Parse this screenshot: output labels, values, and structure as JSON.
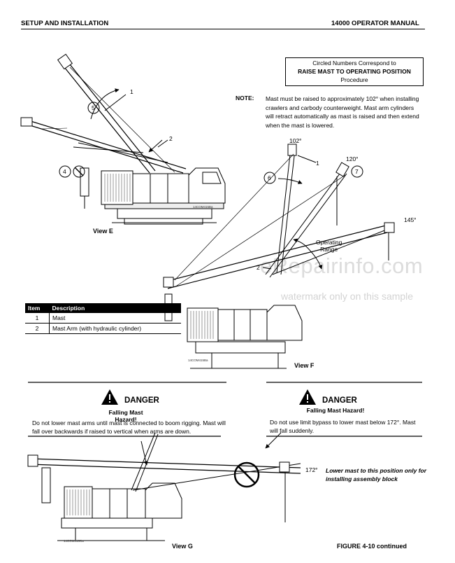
{
  "header": {
    "left": "SETUP AND INSTALLATION",
    "right": "14000 OPERATOR MANUAL"
  },
  "callout_box": {
    "line1": "Circled Numbers Correspond to",
    "line2": "RAISE MAST TO OPERATING POSITION",
    "line3": "Procedure"
  },
  "note": {
    "label": "NOTE:",
    "text": "Mast must be raised to approximately 102° when installing crawlers and carbody counterweight. Mast arm cylinders will retract automatically as mast is raised and then extend when the mast is lowered."
  },
  "view_e": {
    "label": "View E",
    "part_id": "14COM415Ba",
    "callouts": [
      "1",
      "2",
      "4",
      "5"
    ]
  },
  "view_f": {
    "label": "View F",
    "part_id": "14COM415Ba",
    "angles": [
      "102°",
      "120°",
      "145°"
    ],
    "callouts": [
      "1",
      "2",
      "6",
      "7"
    ],
    "range_line1": "Operating",
    "range_line2": "Range"
  },
  "items_table": {
    "headers": [
      "Item",
      "Description"
    ],
    "rows": [
      {
        "item": "1",
        "description": "Mast"
      },
      {
        "item": "2",
        "description": "Mast Arm (with hydraulic cylinder)"
      }
    ]
  },
  "danger_left": {
    "word": "DANGER",
    "hazard": "Falling Mast Hazard!",
    "text": "Do not lower mast arms until mast is connected to boom rigging. Mast will fall over backwards if raised to vertical when arms are down."
  },
  "danger_right": {
    "word": "DANGER",
    "hazard": "Falling Mast Hazard!",
    "text": "Do not use limit bypass to lower mast below 172°. Mast will fall suddenly."
  },
  "view_g": {
    "label": "View G",
    "part_id": "14COM415Ca",
    "angle": "172°",
    "note": "Lower mast to this position only for installing assembly block"
  },
  "watermark": {
    "main": "eRepairinfo.com",
    "sub": "watermark only on this sample"
  },
  "figure_label": "FIGURE 4-10 continued"
}
